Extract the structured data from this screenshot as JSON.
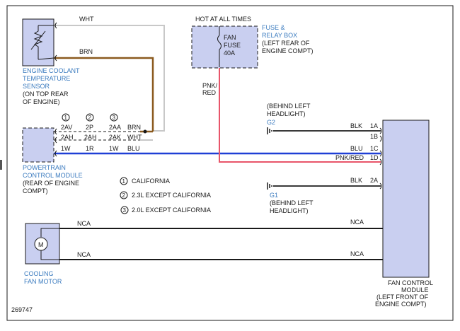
{
  "diagram_id": "269747",
  "power": {
    "hot_label": "HOT AT ALL TIMES"
  },
  "fuse_box": {
    "title": "FUSE &",
    "title2": "RELAY BOX",
    "loc1": "(LEFT REAR OF",
    "loc2": "ENGINE COMPT)",
    "fuse_line1": "FAN",
    "fuse_line2": "FUSE",
    "fuse_line3": "40A"
  },
  "ect_sensor": {
    "name1": "ENGINE COOLANT",
    "name2": "TEMPERATURE",
    "name3": "SENSOR",
    "loc1": "(ON TOP REAR",
    "loc2": "OF ENGINE)"
  },
  "pcm": {
    "name1": "POWERTRAIN",
    "name2": "CONTROL MODULE",
    "loc1": "(REAR OF ENGINE",
    "loc2": "COMPT)"
  },
  "fan_motor": {
    "name1": "COOLING",
    "name2": "FAN MOTOR",
    "symbol": "M"
  },
  "fcm": {
    "name1": "FAN CONTROL",
    "name2": "MODULE",
    "loc1": "(LEFT FRONT OF",
    "loc2": "ENGINE COMPT)"
  },
  "grounds": {
    "g2": {
      "loc1": "(BEHIND LEFT",
      "loc2": "HEADLIGHT)",
      "id": "G2"
    },
    "g1": {
      "id": "G1",
      "loc1": "(BEHIND LEFT",
      "loc2": "HEADLIGHT)"
    }
  },
  "wires": {
    "wht": "WHT",
    "brn": "BRN",
    "pnk_red1": "PNK/",
    "pnk_red2": "RED",
    "blk_1a": "BLK",
    "blu_1c": "BLU",
    "pnk_red_1d": "PNK/RED",
    "blk_2a": "BLK",
    "nca1_left": "NCA",
    "nca1_right": "NCA",
    "nca2_left": "NCA",
    "nca2_right": "NCA"
  },
  "pins": {
    "p1a": "1A",
    "p1b": "1B",
    "p1c": "1C",
    "p1d": "1D",
    "p2a": "2A"
  },
  "variant_table": {
    "headers": [
      "1",
      "2",
      "3"
    ],
    "rows": [
      [
        "2AV",
        "2P",
        "2AA",
        "BRN"
      ],
      [
        "2AH",
        "2AH",
        "2AK",
        "WHT"
      ],
      [
        "1W",
        "1R",
        "1W",
        "BLU"
      ]
    ]
  },
  "legend": [
    {
      "num": "1",
      "text": "CALIFORNIA"
    },
    {
      "num": "2",
      "text": "2.3L EXCEPT CALIFORNIA"
    },
    {
      "num": "3",
      "text": "2.0L EXCEPT CALIFORNIA"
    }
  ],
  "colors": {
    "brn": "#8B5A1E",
    "wht": "#c8c8c8",
    "blu": "#1f3fd6",
    "pnk_red": "#e8556a",
    "blk": "#3a3a3a",
    "component_fill": "#c9cff0",
    "label_blue": "#3b7bbf"
  }
}
